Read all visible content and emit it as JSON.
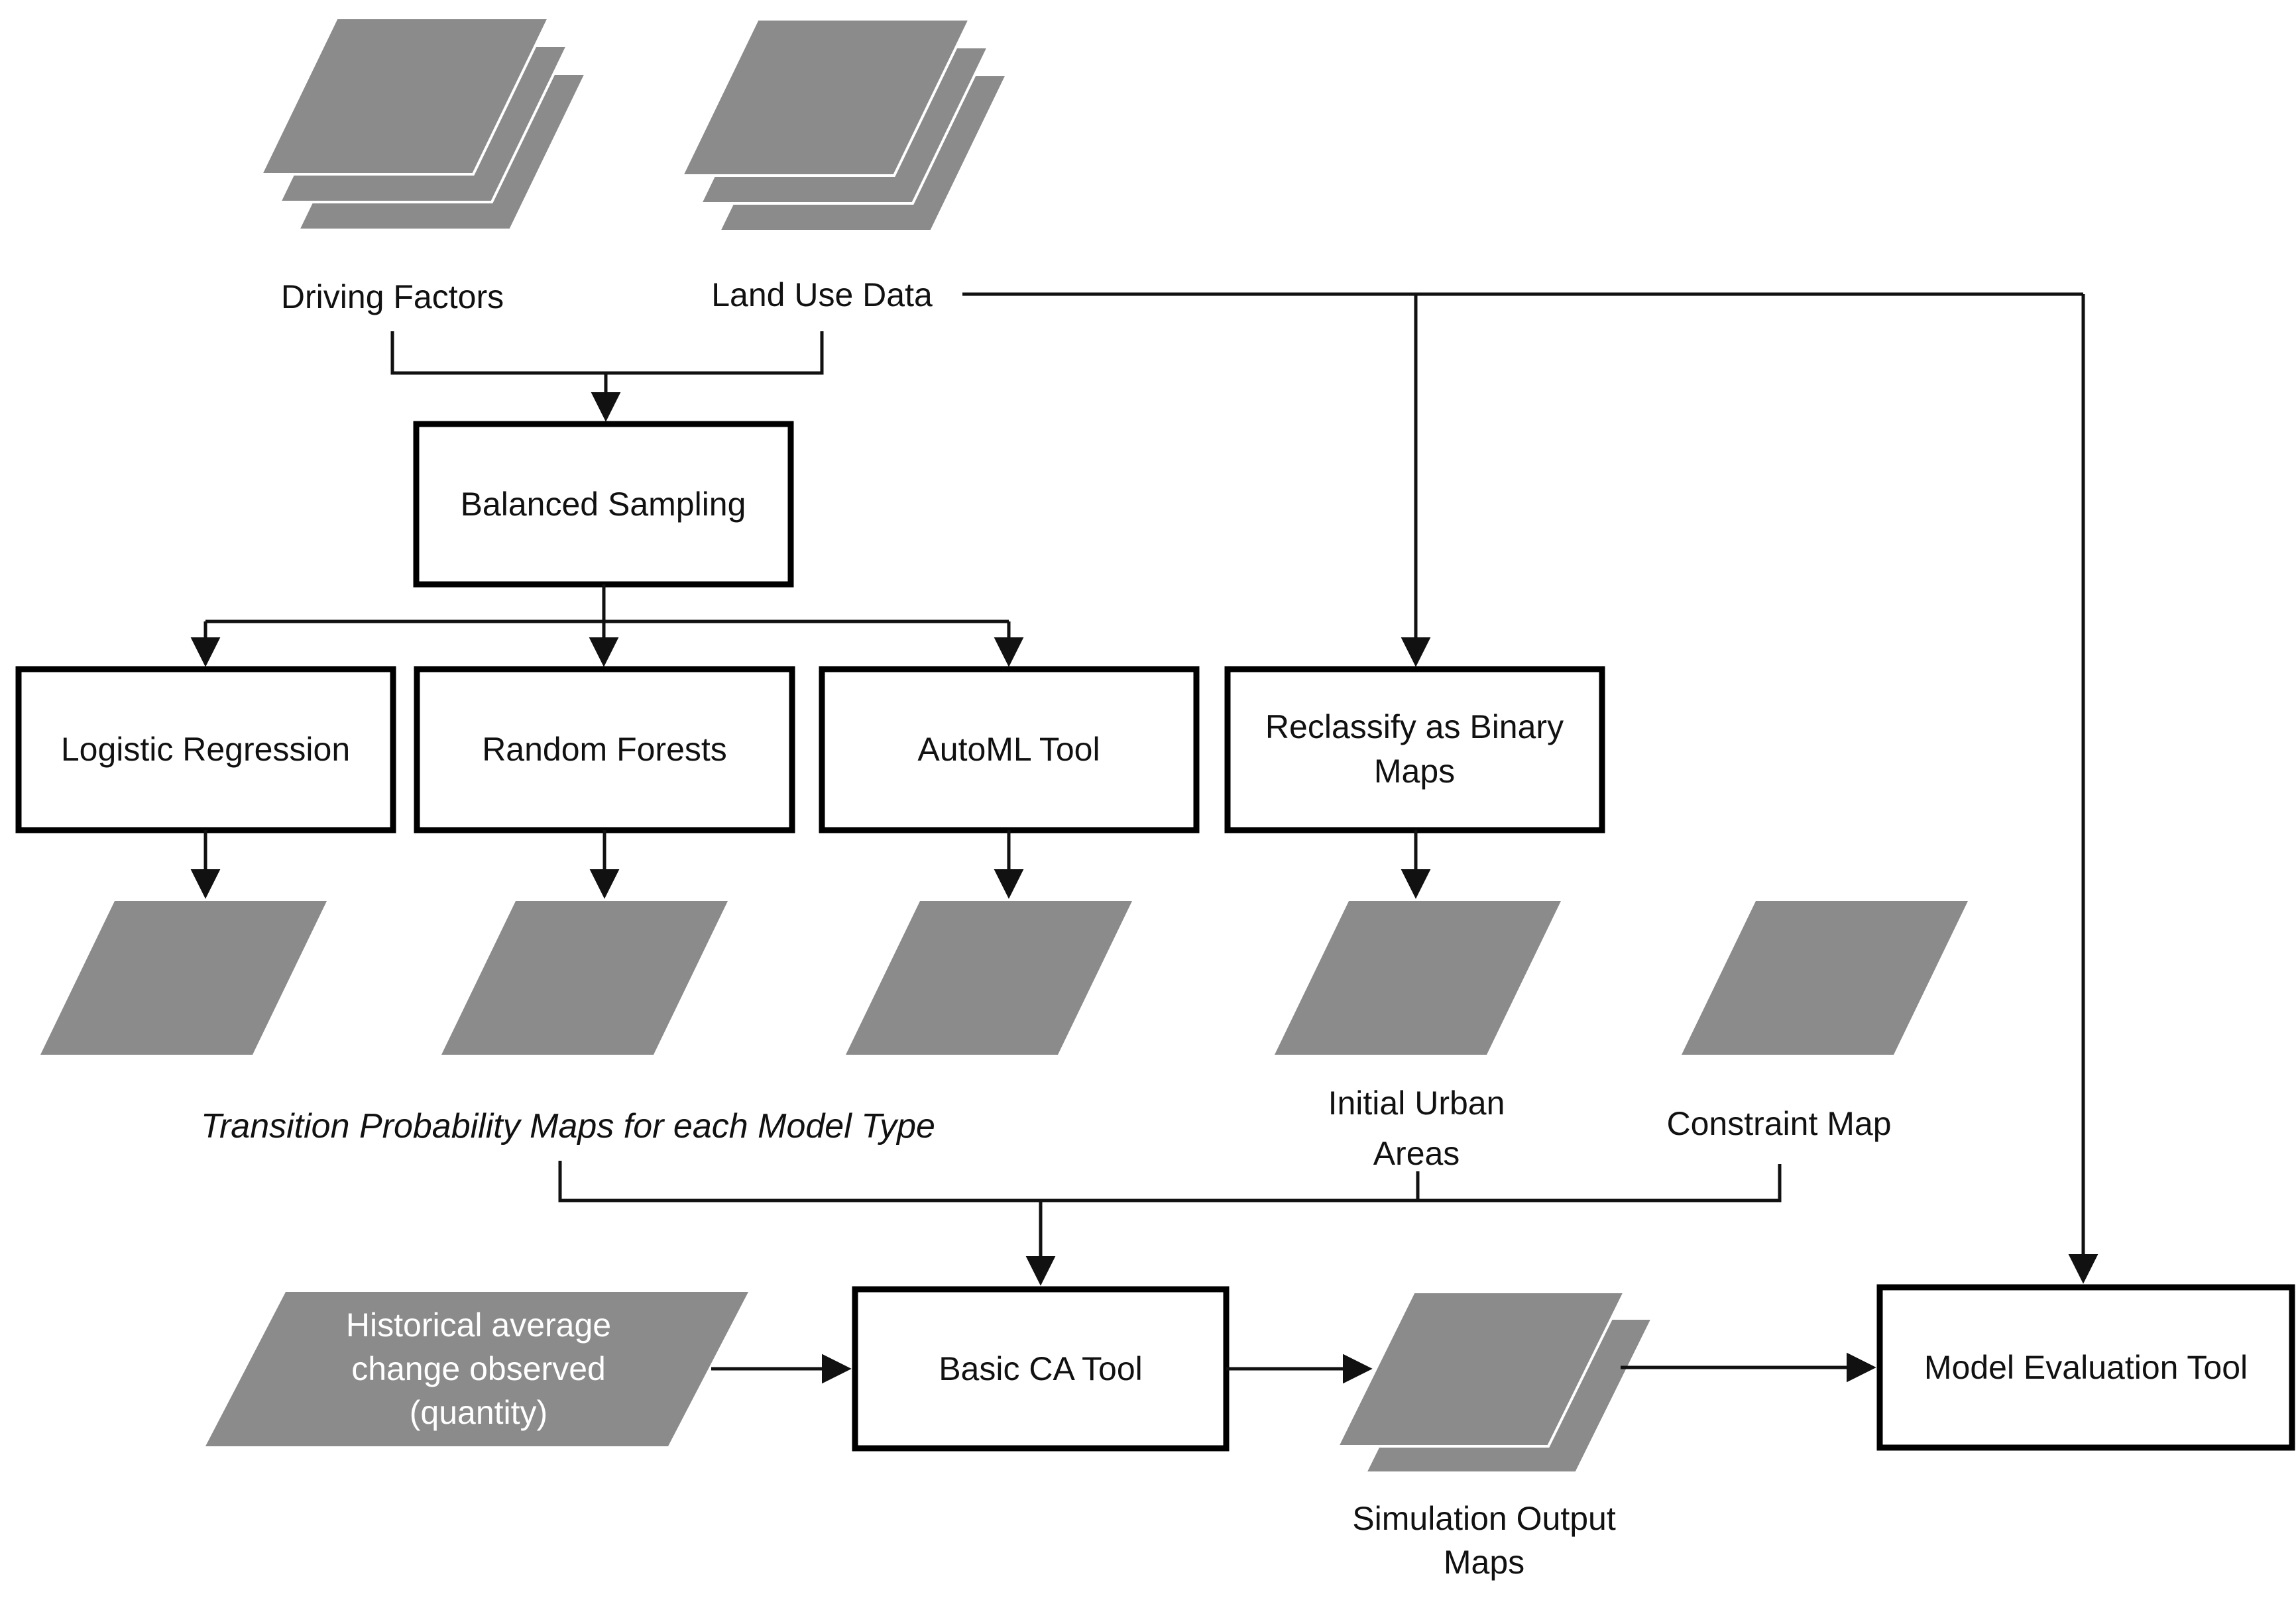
{
  "figure": {
    "type": "flowchart",
    "background_color": "#ffffff",
    "shape_gray": "#8b8b8b",
    "line_color": "#111111",
    "box_border_color": "#000000",
    "box_fill_color": "#ffffff",
    "white_text_color": "#ffffff"
  },
  "stacks": {
    "driving_factors": {
      "label": "Driving Factors",
      "sheets": 3
    },
    "land_use_data": {
      "label": "Land Use Data",
      "sheets": 3
    },
    "simulation_output": {
      "label_line1": "Simulation Output",
      "label_line2": "Maps",
      "sheets": 2
    }
  },
  "boxes": {
    "balanced_sampling": {
      "label": "Balanced Sampling"
    },
    "logistic_regression": {
      "label": "Logistic Regression"
    },
    "random_forests": {
      "label": "Random Forests"
    },
    "automl_tool": {
      "label": "AutoML Tool"
    },
    "reclassify_binary": {
      "label_line1": "Reclassify as Binary",
      "label_line2": "Maps"
    },
    "basic_ca_tool": {
      "label": "Basic CA Tool"
    },
    "model_evaluation_tool": {
      "label": "Model Evaluation Tool"
    }
  },
  "data_shapes": {
    "transition_probability_caption": "Transition Probability Maps for each Model Type",
    "initial_urban": {
      "label_line1": "Initial Urban",
      "label_line2": "Areas"
    },
    "constraint_map": {
      "label": "Constraint Map"
    },
    "historical_average": {
      "label_line1": "Historical average",
      "label_line2": "change observed",
      "label_line3": "(quantity)"
    }
  }
}
